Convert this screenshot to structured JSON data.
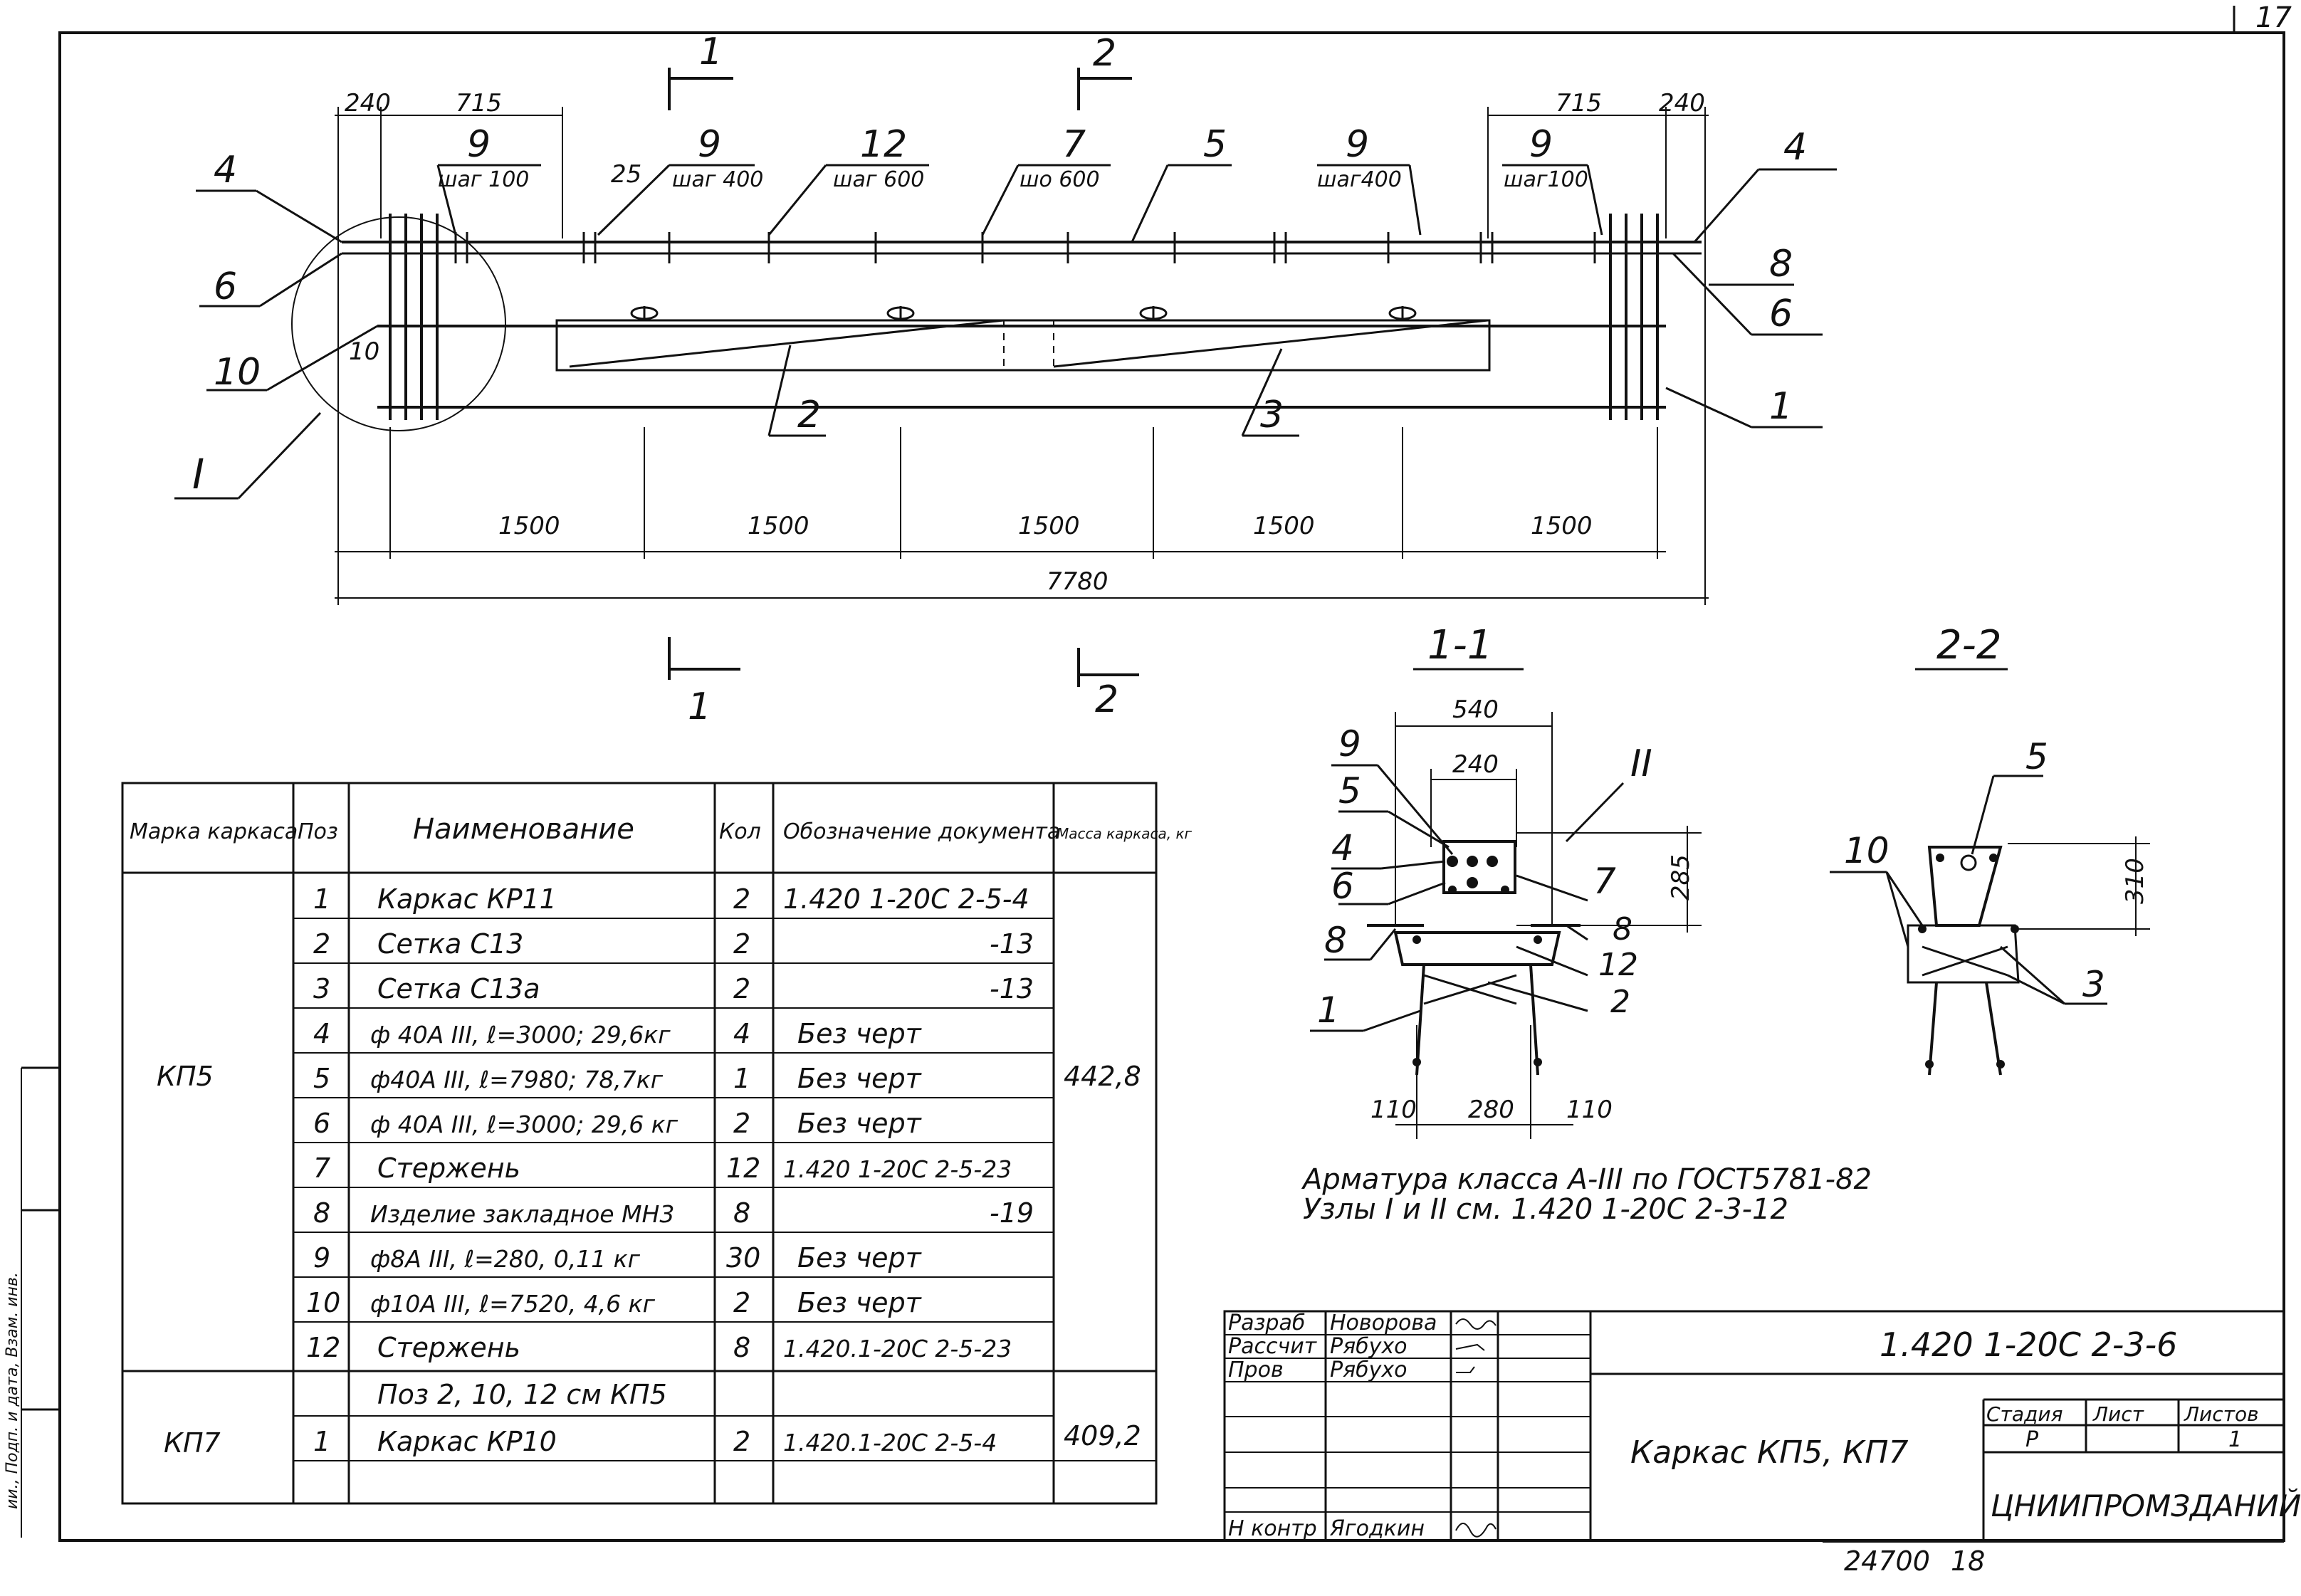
{
  "sheet": {
    "page_number": "17",
    "archive_number": "24700",
    "archive_suffix": "18",
    "binding_margin_text": "ии., Подп. и дата, Взам. инв."
  },
  "elevation": {
    "section_marks": [
      "1",
      "2"
    ],
    "node_mark": "I",
    "dims_top_left": [
      "240",
      "715"
    ],
    "dims_top_right": [
      "715",
      "240"
    ],
    "dim_25": "25",
    "dim_10": "10",
    "step_labels": [
      {
        "pos": "9",
        "text": "шаг 100"
      },
      {
        "pos": "9",
        "text": "шаг 400"
      },
      {
        "pos": "12",
        "text": "шаг 600"
      },
      {
        "pos": "7",
        "text": "шо 600"
      },
      {
        "pos": "5",
        "text": ""
      },
      {
        "pos": "9",
        "text": "шаг400"
      },
      {
        "pos": "9",
        "text": "шаг100"
      }
    ],
    "left_callouts": [
      "4",
      "6",
      "10"
    ],
    "right_callouts": [
      "4",
      "8",
      "6",
      "1"
    ],
    "bottom_callouts": [
      "2",
      "3"
    ],
    "bottom_dims": [
      "1500",
      "1500",
      "1500",
      "1500",
      "1500"
    ],
    "overall_dim": "7780"
  },
  "section_1": {
    "title": "1-1",
    "width_top": "540",
    "width_inner": "240",
    "height": "285",
    "node_mark": "II",
    "dims_bottom": [
      "110",
      "280",
      "110"
    ],
    "callouts_left": [
      "9",
      "5",
      "4",
      "6",
      "8",
      "1"
    ],
    "callouts_right": [
      "7",
      "8",
      "12",
      "2"
    ]
  },
  "section_2": {
    "title": "2-2",
    "height": "310",
    "callouts": [
      "5",
      "10",
      "3"
    ]
  },
  "notes": [
    "Арматура класса А-III по ГОСТ5781-82",
    "Узлы I и II см. 1.420 1-20С 2-3-12"
  ],
  "spec_table": {
    "headers": [
      "Марка каркаса",
      "Поз",
      "Наименование",
      "Кол",
      "Обозначение документа",
      "Масса каркаса, кг"
    ],
    "rows": [
      [
        "КП5",
        "1",
        "Каркас КР11",
        "2",
        "1.420 1-20С 2-5-4",
        "442,8"
      ],
      [
        "",
        "2",
        "Сетка С13",
        "2",
        "-13",
        ""
      ],
      [
        "",
        "3",
        "Сетка С13а",
        "2",
        "-13",
        ""
      ],
      [
        "",
        "4",
        "ф 40А III, ℓ=3000; 29,6кг",
        "4",
        "Без черт",
        ""
      ],
      [
        "",
        "5",
        "ф40А III, ℓ=7980; 78,7кг",
        "1",
        "Без черт",
        ""
      ],
      [
        "",
        "6",
        "ф 40А III, ℓ=3000; 29,6 кг",
        "2",
        "Без черт",
        ""
      ],
      [
        "",
        "7",
        "Стержень",
        "12",
        "1.420 1-20С 2-5-23",
        ""
      ],
      [
        "",
        "8",
        "Изделие закладное МН3",
        "8",
        "-19",
        ""
      ],
      [
        "",
        "9",
        "ф8А III, ℓ=280, 0,11 кг",
        "30",
        "Без черт",
        ""
      ],
      [
        "",
        "10",
        "ф10А III, ℓ=7520, 4,6 кг",
        "2",
        "Без черт",
        ""
      ],
      [
        "",
        "12",
        "Стержень",
        "8",
        "1.420.1-20С 2-5-23",
        ""
      ],
      [
        "КП7",
        "",
        "Поз 2, 10, 12 см КП5",
        "",
        "",
        "409,2"
      ],
      [
        "",
        "1",
        "Каркас КР10",
        "2",
        "1.420.1-20С 2-5-4",
        ""
      ]
    ]
  },
  "title_block": {
    "signatures": [
      [
        "Разраб",
        "Новорова"
      ],
      [
        "Рассчит",
        "Рябухо"
      ],
      [
        "Пров",
        "Рябухо"
      ],
      [
        "",
        ""
      ],
      [
        "",
        ""
      ],
      [
        "Н контр",
        "Ягодкин"
      ]
    ],
    "doc_code": "1.420 1-20С 2-3-6",
    "name": "Каркас КП5, КП7",
    "stage_label": "Стадия",
    "sheet_label": "Лист",
    "sheets_label": "Листов",
    "stage": "Р",
    "sheets": "1",
    "org": "ЦНИИПРОМЗДАНИЙ"
  }
}
